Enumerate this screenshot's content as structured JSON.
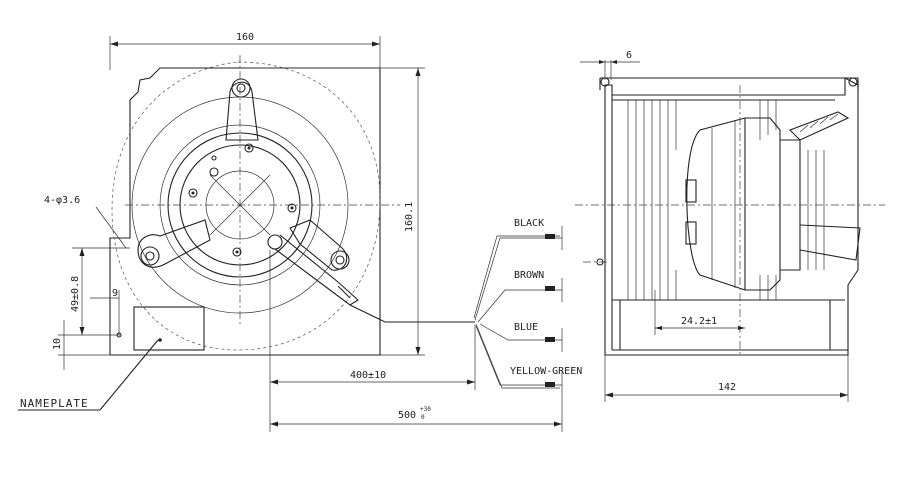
{
  "dimensions": {
    "width_top": "160",
    "height_side": "160.1",
    "hole_spec": "4-φ3.6",
    "dim_49": "49±0.8",
    "dim_9": "9",
    "dim_10": "10",
    "lead_400": "400±10",
    "lead_500": "500",
    "lead_500_tol_upper": "+30",
    "lead_500_tol_lower": "0",
    "side_top": "6",
    "side_inner": "24.2±1",
    "side_width": "142"
  },
  "wires": [
    {
      "label": "BLACK"
    },
    {
      "label": "BROWN"
    },
    {
      "label": "BLUE"
    },
    {
      "label": "YELLOW-GREEN"
    }
  ],
  "nameplate_label": "NAMEPLATE"
}
